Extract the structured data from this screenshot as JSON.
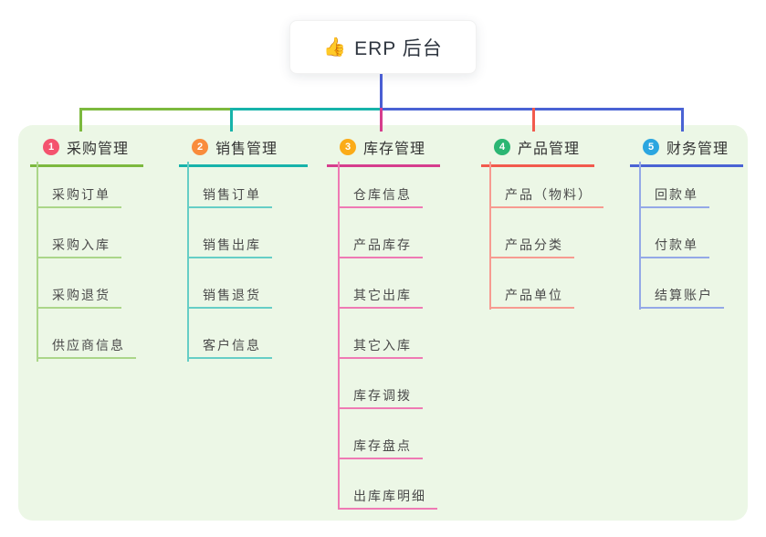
{
  "root": {
    "icon": "👍",
    "label": "ERP 后台"
  },
  "connector": {
    "stem_color": "#4a5ed3"
  },
  "panel": {
    "bg": "#ecf7e6"
  },
  "branches": [
    {
      "number": "1",
      "title": "采购管理",
      "badge_color": "#f4536e",
      "line_color": "#7cb93e",
      "child_line_color": "#abd689",
      "children": [
        "采购订单",
        "采购入库",
        "采购退货",
        "供应商信息"
      ]
    },
    {
      "number": "2",
      "title": "销售管理",
      "badge_color": "#f98c3c",
      "line_color": "#17b3aa",
      "child_line_color": "#66cec6",
      "children": [
        "销售订单",
        "销售出库",
        "销售退货",
        "客户信息"
      ]
    },
    {
      "number": "3",
      "title": "库存管理",
      "badge_color": "#fbab18",
      "line_color": "#d63d8d",
      "child_line_color": "#ef7ab4",
      "children": [
        "仓库信息",
        "产品库存",
        "其它出库",
        "其它入库",
        "库存调拨",
        "库存盘点",
        "出库库明细"
      ]
    },
    {
      "number": "4",
      "title": "产品管理",
      "badge_color": "#2bb673",
      "line_color": "#f25a4d",
      "child_line_color": "#f79b91",
      "children": [
        "产品（物料）",
        "产品分类",
        "产品单位"
      ]
    },
    {
      "number": "5",
      "title": "财务管理",
      "badge_color": "#2ba6e0",
      "line_color": "#4a63d4",
      "child_line_color": "#94a8e7",
      "children": [
        "回款单",
        "付款单",
        "结算账户"
      ]
    }
  ]
}
